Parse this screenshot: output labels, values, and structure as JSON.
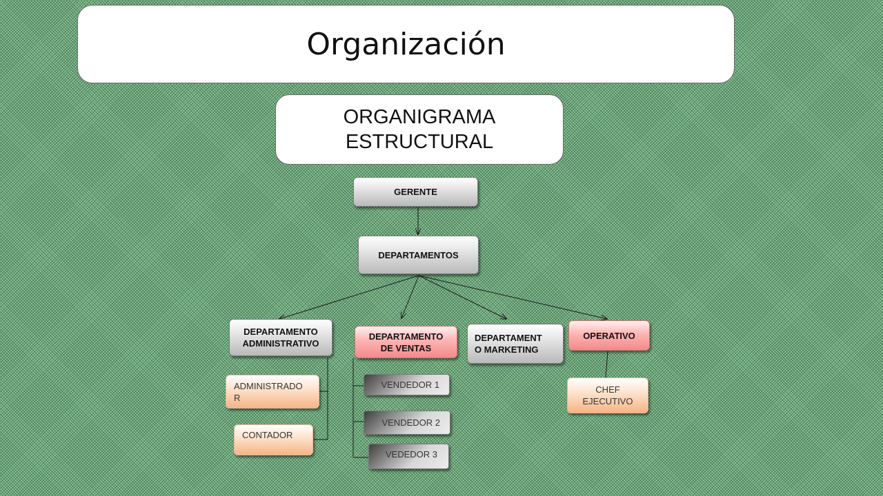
{
  "title": "Organización",
  "subtitle": "ORGANIGRAMA\nESTRUCTURAL",
  "nodes": {
    "gerente": "GERENTE",
    "departamentos": "DEPARTAMENTOS",
    "administrativo": "DEPARTAMENTO\nADMINISTRATIVO",
    "ventas": "DEPARTAMENTO\nDE VENTAS",
    "marketing": "DEPARTAMENT\nO MARKETING",
    "operativo": "OPERATIVO",
    "administrador": "ADMINISTRADO\nR",
    "contador": "CONTADOR",
    "vendedor1": "VENDEDOR 1",
    "vendedor2": "VENDEDOR 2",
    "vendedor3": "VEDEDOR 3",
    "chef": "CHEF\nEJECUTIVO"
  },
  "colors": {
    "background": "#8fc59a",
    "department_header": "#f28a8a",
    "staff": "#f7b485",
    "neutral": "#b9b9b9"
  }
}
